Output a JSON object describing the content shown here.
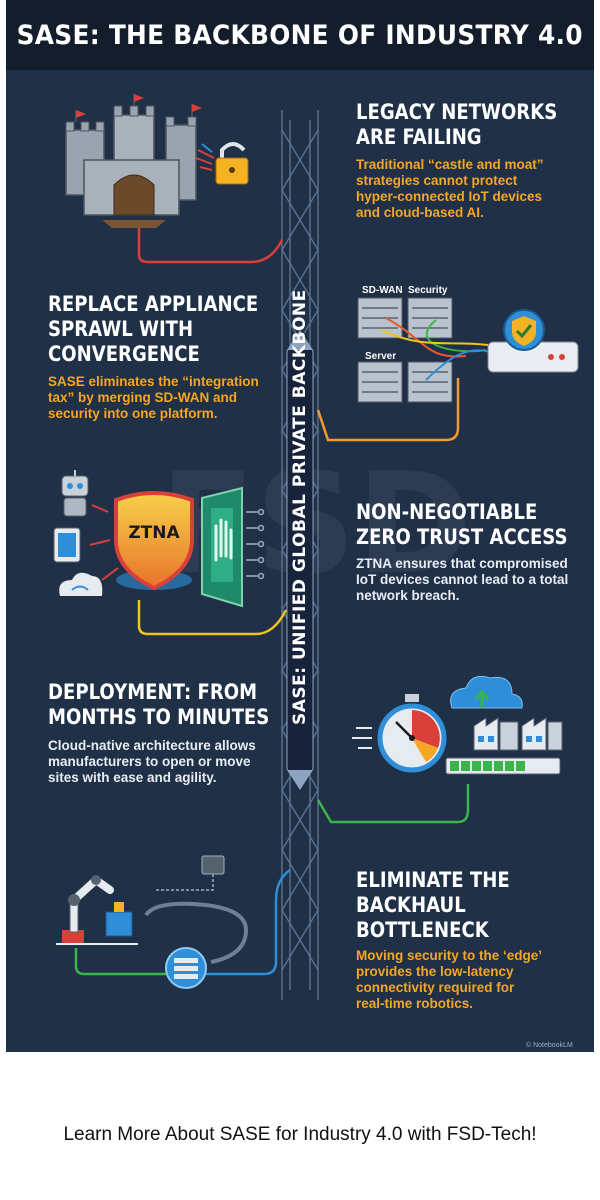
{
  "poster": {
    "title": "SASE: THE BACKBONE OF INDUSTRY 4.0",
    "spine_label": "SASE: UNIFIED GLOBAL PRIVATE BACKBONE",
    "watermark": "FSD",
    "credit": "© NotebookLM",
    "sections": [
      {
        "heading_lines": [
          "LEGACY NETWORKS",
          "ARE FAILING"
        ],
        "body_lines": [
          "Traditional “castle and moat”",
          "strategies cannot protect",
          "hyper-connected IoT devices",
          "and cloud-based AI."
        ]
      },
      {
        "heading_lines": [
          "REPLACE APPLIANCE",
          "SPRAWL WITH",
          "CONVERGENCE"
        ],
        "body_lines": [
          "SASE eliminates the “integration",
          "tax” by merging SD-WAN and",
          "security into one platform."
        ]
      },
      {
        "heading_lines": [
          "NON-NEGOTIABLE",
          "ZERO TRUST ACCESS"
        ],
        "body_lines": [
          "ZTNA ensures that compromised",
          "IoT devices cannot lead to a total",
          "network breach."
        ]
      },
      {
        "heading_lines": [
          "DEPLOYMENT: FROM",
          "MONTHS TO MINUTES"
        ],
        "body_lines": [
          "Cloud-native architecture allows",
          "manufacturers to open or move",
          "sites with ease and agility."
        ]
      },
      {
        "heading_lines": [
          "ELIMINATE THE",
          "BACKHAUL",
          "BOTTLENECK"
        ],
        "body_lines": [
          "Moving security to the ‘edge’",
          "provides the low-latency",
          "connectivity required for",
          "real-time robotics."
        ]
      }
    ],
    "illustrations": {
      "rack_labels": [
        "SD-WAN",
        "Security",
        "Server"
      ],
      "shield_label": "ZTNA",
      "icons": [
        "castle-icon",
        "padlock-icon",
        "server-rack-icon",
        "gear-shield-icon",
        "robot-icon",
        "tablet-icon",
        "cloud-wifi-icon",
        "hand-scan-icon",
        "stopwatch-icon",
        "cloud-upload-icon",
        "factory-icon",
        "robot-arm-icon",
        "network-hub-icon"
      ]
    },
    "colors": {
      "background": "#1f3047",
      "title_bar": "#141d2b",
      "accent_orange": "#f5a623",
      "line_red": "#d9403a",
      "line_yellow": "#f0c419",
      "line_green": "#3bb54a",
      "line_blue": "#2e8fd8"
    }
  },
  "footer": {
    "text": "Learn More About SASE for Industry 4.0 with FSD-Tech!"
  }
}
